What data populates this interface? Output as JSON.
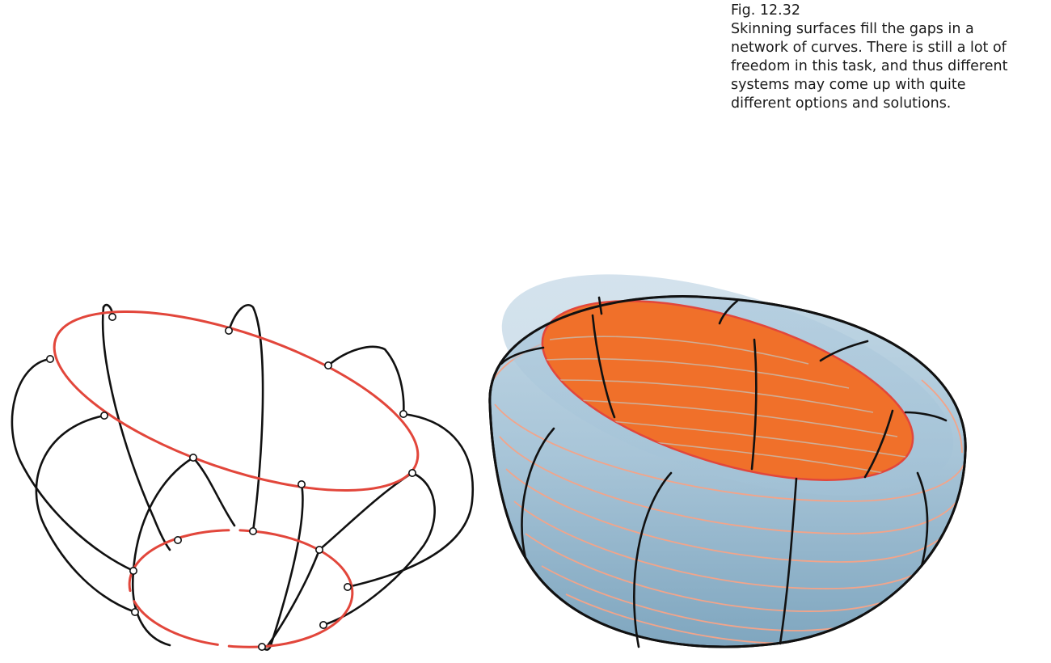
{
  "figure": {
    "label": "Fig. 12.32",
    "caption_lines": [
      "Skinning surfaces fill the gaps in a",
      "network of curves. There is still a lot of",
      "freedom in this task, and thus different",
      "systems may come up with quite",
      "different options and solutions."
    ]
  },
  "colors": {
    "curve_black": "#111111",
    "rim_red": "#e2463b",
    "surface_blue": "#a9c6d8",
    "interior_orange": "#f0702a",
    "isoline_pink": "#f2a48a"
  }
}
